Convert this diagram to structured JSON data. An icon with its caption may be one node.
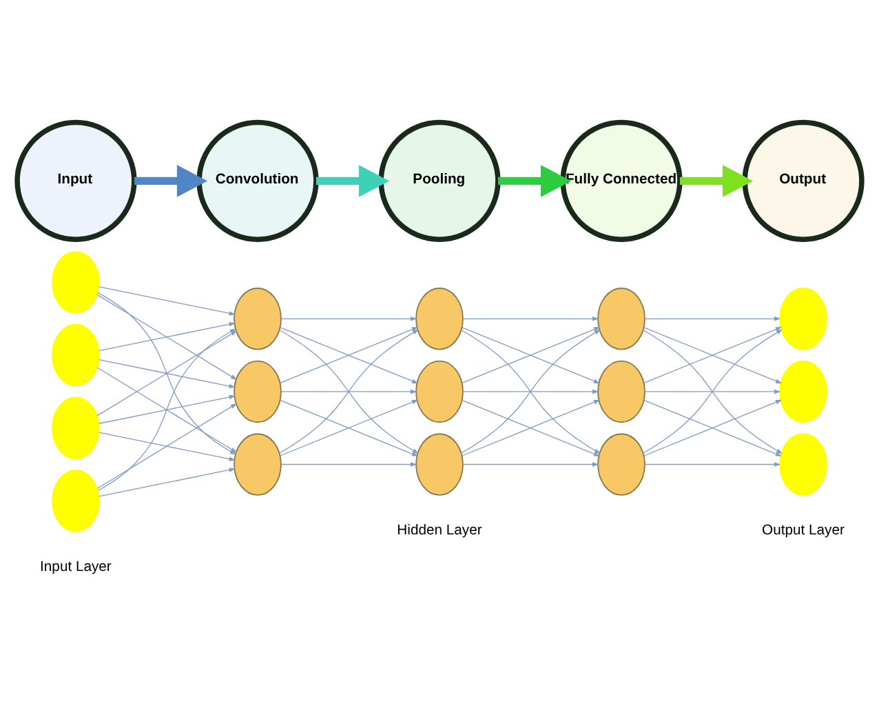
{
  "diagram": {
    "nodes": [
      {
        "text": [],
        "shape": "circle"
      },
      {
        "text": [],
        "shape": "circle"
      },
      {
        "text": [],
        "shape": "circle"
      },
      {
        "text": [],
        "shape": "circle"
      },
      {
        "text": [],
        "shape": "circle"
      },
      {
        "text": [],
        "shape": "circle"
      },
      {
        "text": [],
        "shape": "circle"
      },
      {
        "text": [],
        "shape": "circle"
      },
      {
        "text": [],
        "shape": "circle"
      },
      {
        "text": [],
        "shape": "circle"
      },
      {
        "text": [],
        "shape": "circle"
      },
      {
        "text": [],
        "shape": "circle"
      },
      {
        "text": [],
        "shape": "circle"
      },
      {
        "text": [],
        "shape": "circle"
      },
      {
        "text": [],
        "shape": "circle"
      },
      {
        "text": [],
        "shape": "circle"
      },
      {
        "text": [
          "Input"
        ]
      },
      {
        "text": [
          "Convolution"
        ]
      },
      {
        "text": [
          "Pooling"
        ]
      },
      {
        "text": [
          "Fully Connected"
        ]
      },
      {
        "text": [
          "Output"
        ]
      }
    ],
    "edges": [
      {
        "from": 0,
        "to": 4,
        "arrow": "to"
      },
      {
        "from": 0,
        "to": 5,
        "arrow": "to"
      },
      {
        "from": 0,
        "to": 6,
        "arrow": "to"
      },
      {
        "from": 1,
        "to": 4,
        "arrow": "to"
      },
      {
        "from": 1,
        "to": 5,
        "arrow": "to"
      },
      {
        "from": 1,
        "to": 6,
        "arrow": "to"
      },
      {
        "from": 2,
        "to": 4,
        "arrow": "to"
      },
      {
        "from": 2,
        "to": 5,
        "arrow": "to"
      },
      {
        "from": 2,
        "to": 6,
        "arrow": "to"
      },
      {
        "from": 3,
        "to": 4,
        "arrow": "to"
      },
      {
        "from": 3,
        "to": 5,
        "arrow": "to"
      },
      {
        "from": 3,
        "to": 6,
        "arrow": "to"
      },
      {
        "from": 4,
        "to": 7,
        "arrow": "to"
      },
      {
        "from": 4,
        "to": 8,
        "arrow": "to"
      },
      {
        "from": 4,
        "to": 9,
        "arrow": "to"
      },
      {
        "from": 5,
        "to": 7,
        "arrow": "to"
      },
      {
        "from": 5,
        "to": 8,
        "arrow": "to"
      },
      {
        "from": 5,
        "to": 9,
        "arrow": "to"
      },
      {
        "from": 6,
        "to": 7,
        "arrow": "to"
      },
      {
        "from": 6,
        "to": 8,
        "arrow": "to"
      },
      {
        "from": 6,
        "to": 9,
        "arrow": "to"
      },
      {
        "from": 7,
        "to": 10,
        "arrow": "to"
      },
      {
        "from": 7,
        "to": 11,
        "arrow": "to"
      },
      {
        "from": 7,
        "to": 12,
        "arrow": "to"
      },
      {
        "from": 8,
        "to": 10,
        "arrow": "to"
      },
      {
        "from": 8,
        "to": 11,
        "arrow": "to"
      },
      {
        "from": 8,
        "to": 12,
        "arrow": "to"
      },
      {
        "from": 9,
        "to": 10,
        "arrow": "to"
      },
      {
        "from": 9,
        "to": 11,
        "arrow": "to"
      },
      {
        "from": 9,
        "to": 12,
        "arrow": "to"
      },
      {
        "from": 10,
        "to": 13,
        "arrow": "to"
      },
      {
        "from": 10,
        "to": 14,
        "arrow": "to"
      },
      {
        "from": 10,
        "to": 15,
        "arrow": "to"
      },
      {
        "from": 11,
        "to": 13,
        "arrow": "to"
      },
      {
        "from": 11,
        "to": 14,
        "arrow": "to"
      },
      {
        "from": 11,
        "to": 15,
        "arrow": "to"
      },
      {
        "from": 12,
        "to": 13,
        "arrow": "to"
      },
      {
        "from": 12,
        "to": 14,
        "arrow": "to"
      },
      {
        "from": 12,
        "to": 15,
        "arrow": "to"
      },
      {
        "from": 16,
        "to": 17,
        "arrow": "to",
        "style": "thick",
        "color": "#4f86c6"
      },
      {
        "from": 17,
        "to": 18,
        "arrow": "to",
        "style": "thick",
        "color": "#3fd0b8"
      },
      {
        "from": 18,
        "to": 19,
        "arrow": "to",
        "style": "thick",
        "color": "#2ecc40"
      },
      {
        "from": 19,
        "to": 20,
        "arrow": "to",
        "style": "thick",
        "color": "#7fe020"
      }
    ],
    "labels": [
      "Input Layer",
      "Hidden Layer",
      "Output Layer"
    ]
  }
}
